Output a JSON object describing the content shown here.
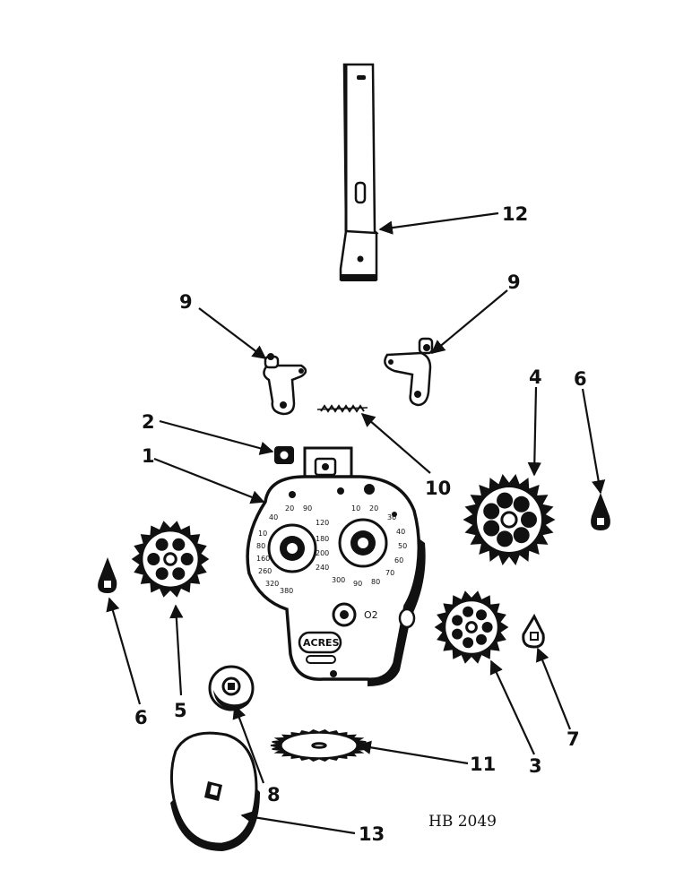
{
  "figure": {
    "reference": "HB 2049",
    "dial_text": "ACRES",
    "dial_mark": "O2"
  },
  "callouts": {
    "c1": "1",
    "c2": "2",
    "c3": "3",
    "c4": "4",
    "c5": "5",
    "c6a": "6",
    "c6b": "6",
    "c7": "7",
    "c8": "8",
    "c9a": "9",
    "c9b": "9",
    "c10": "10",
    "c11": "11",
    "c12": "12",
    "c13": "13"
  },
  "colors": {
    "ink": "#111111",
    "paper": "#ffffff"
  }
}
